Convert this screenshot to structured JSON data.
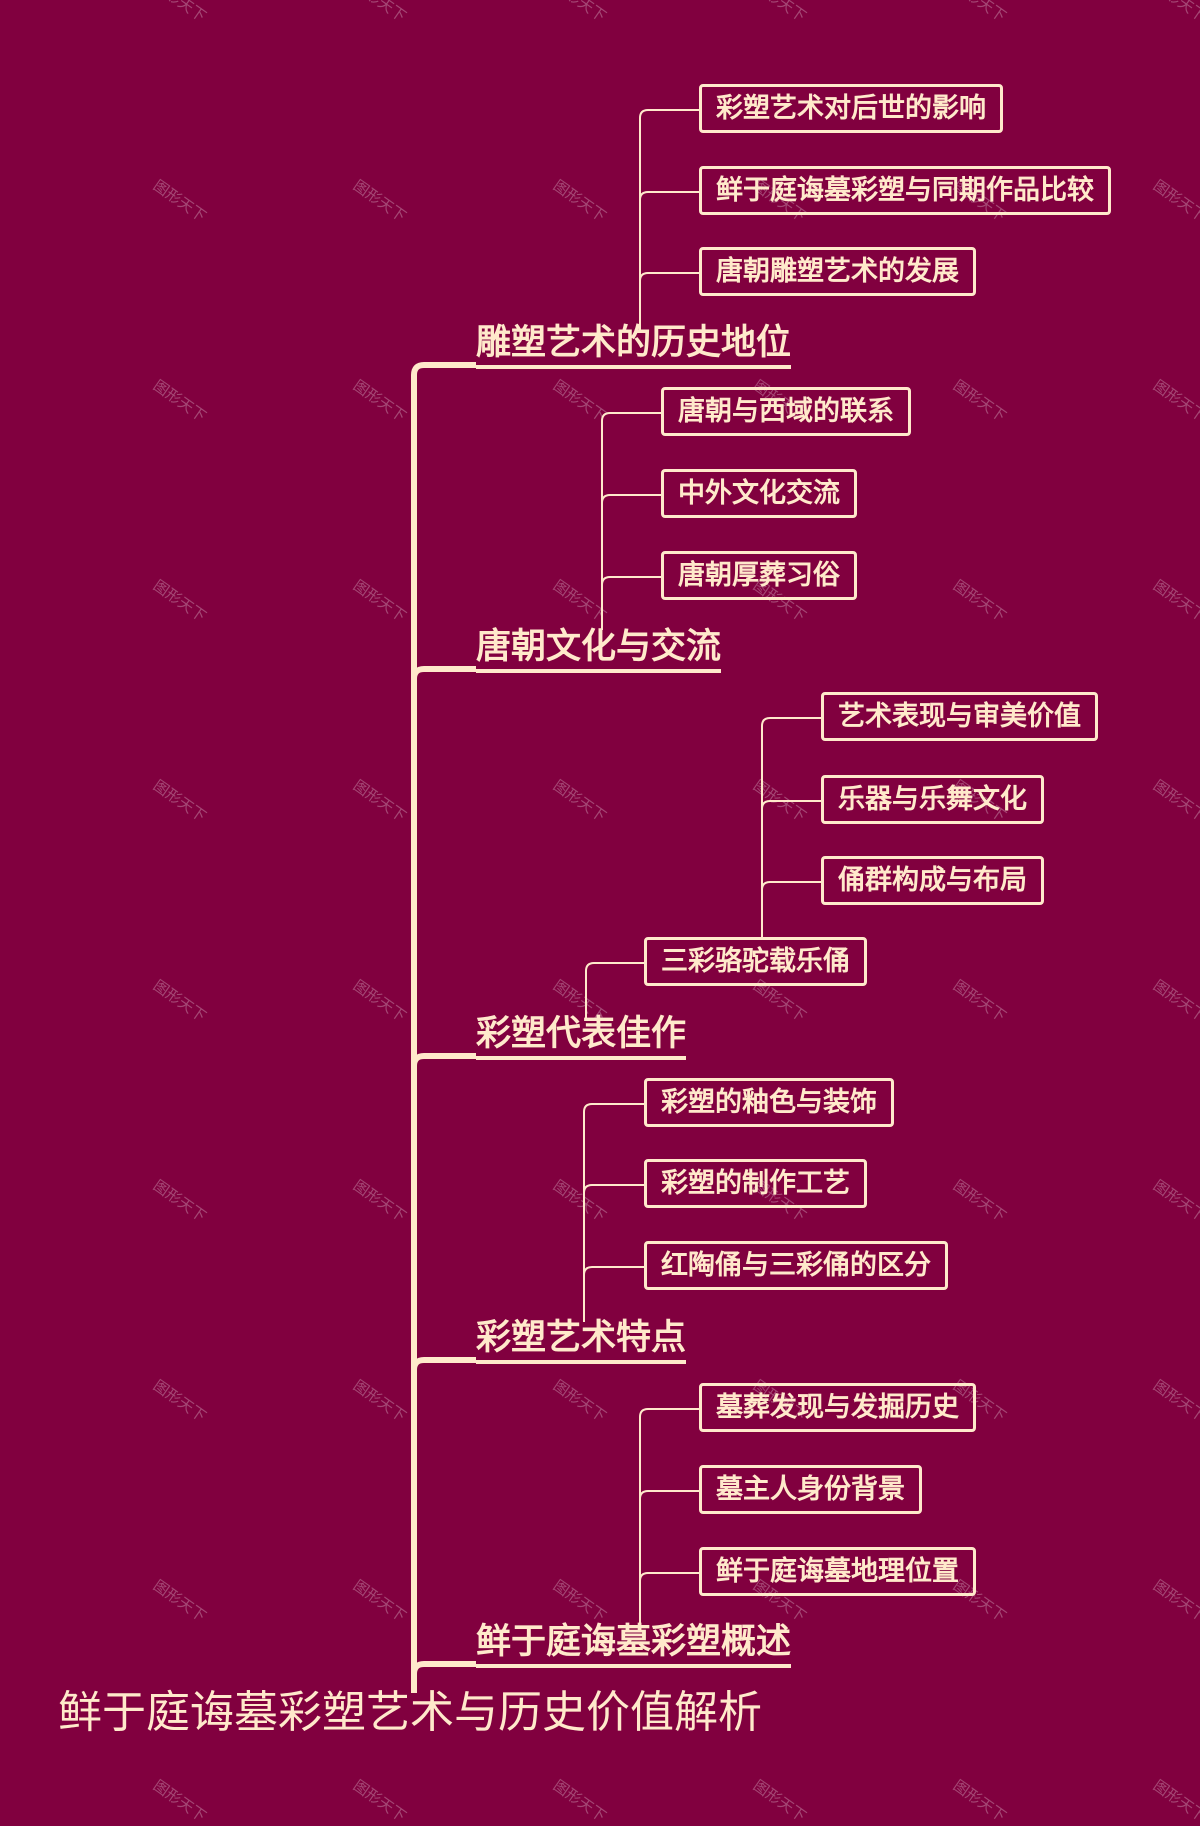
{
  "title": "鲜于庭诲墓彩塑艺术与历史价值解析",
  "watermark": "图形天下",
  "colors": {
    "background": "#81003F",
    "foreground": "#FFE9CB"
  },
  "branches": [
    {
      "label": "雕塑艺术的历史地位",
      "children": [
        "彩塑艺术对后世的影响",
        "鲜于庭诲墓彩塑与同期作品比较",
        "唐朝雕塑艺术的发展"
      ]
    },
    {
      "label": "唐朝文化与交流",
      "children": [
        "唐朝与西域的联系",
        "中外文化交流",
        "唐朝厚葬习俗"
      ]
    },
    {
      "label": "彩塑代表佳作",
      "children": [
        "三彩骆驼载乐俑"
      ],
      "grandchildren": [
        "艺术表现与审美价值",
        "乐器与乐舞文化",
        "俑群构成与布局"
      ]
    },
    {
      "label": "彩塑艺术特点",
      "children": [
        "彩塑的釉色与装饰",
        "彩塑的制作工艺",
        "红陶俑与三彩俑的区分"
      ]
    },
    {
      "label": "鲜于庭诲墓彩塑概述",
      "children": [
        "墓葬发现与发掘历史",
        "墓主人身份背景",
        "鲜于庭诲墓地理位置"
      ]
    }
  ]
}
